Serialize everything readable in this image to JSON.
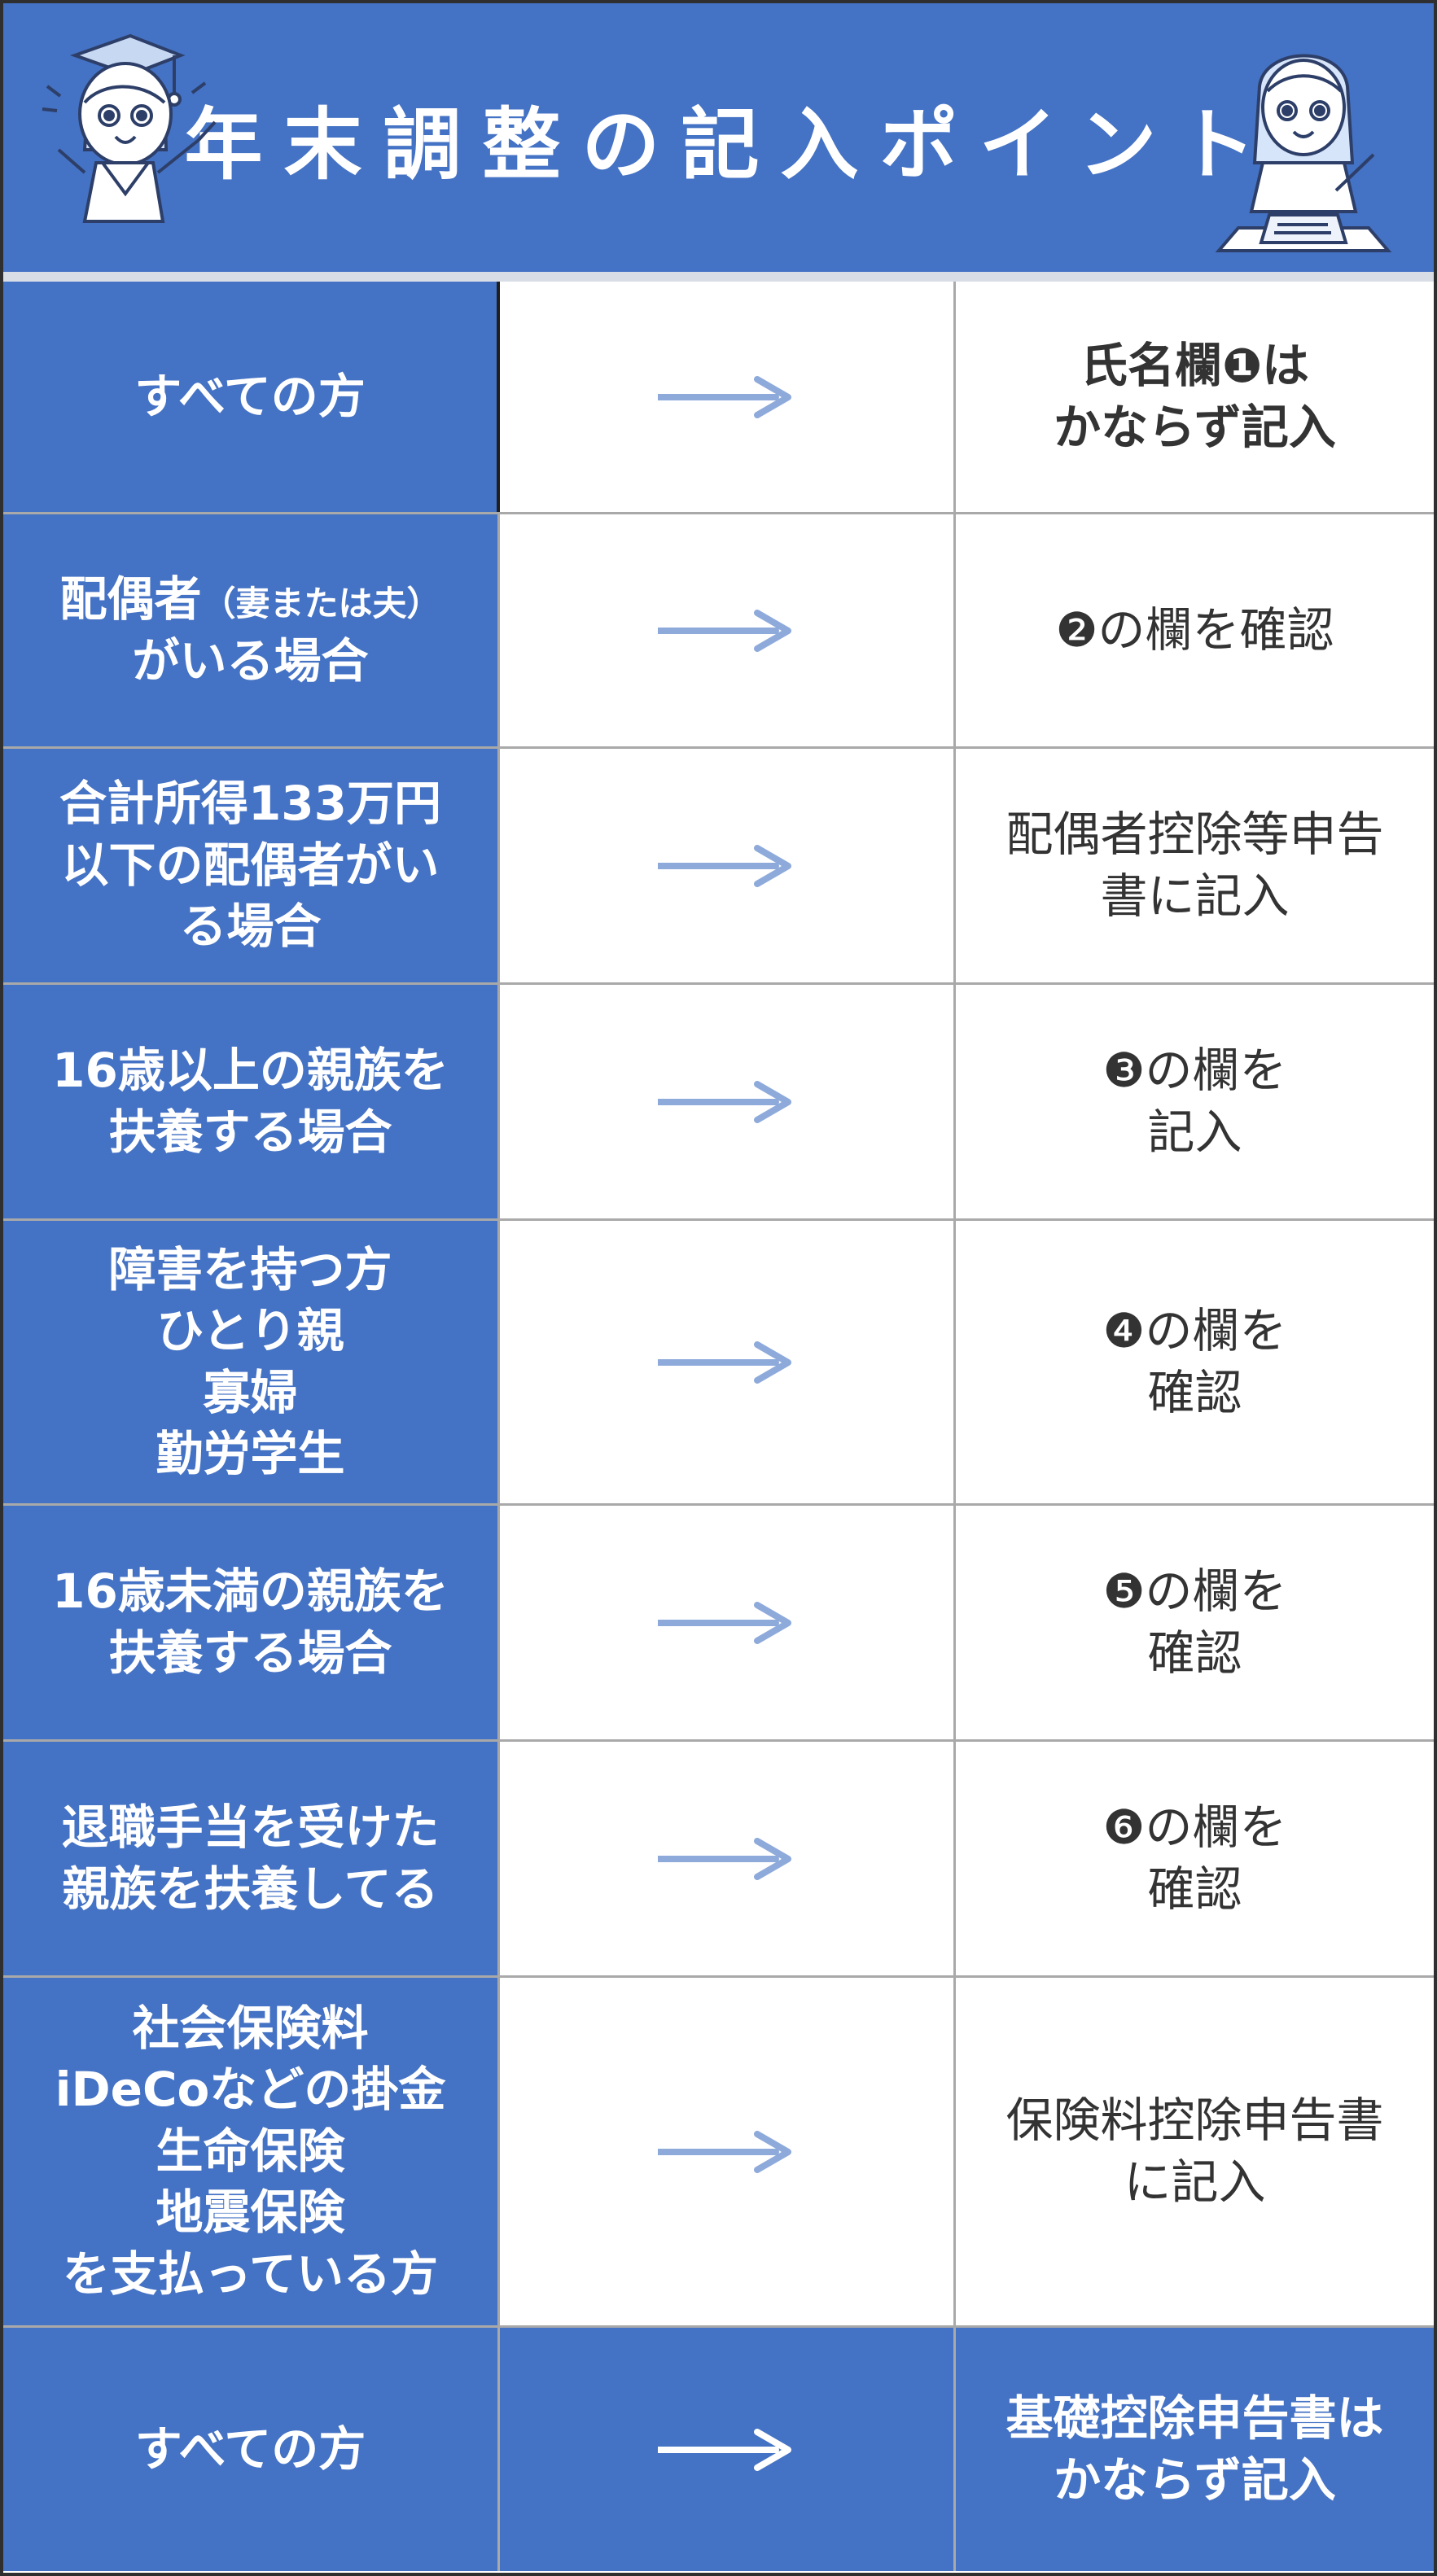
{
  "header": {
    "title": "年末調整の記入ポイント",
    "left_illustration_icon": "teacher-character-icon",
    "right_illustration_icon": "writing-character-icon"
  },
  "colors": {
    "header_bg": "#4472c4",
    "left_column_bg": "#4472c4",
    "arrow": "#8eaadb",
    "final_arrow": "#ffffff",
    "text_dark": "#333333"
  },
  "rows": [
    {
      "left": [
        "すべての方"
      ],
      "right": [
        "氏名欄❶は",
        "かならず記入"
      ],
      "arrow_icon": "right-arrow-icon"
    },
    {
      "left": [
        "配偶者",
        "（妻または夫）",
        "がいる場合"
      ],
      "right": [
        "❷の欄を確認"
      ],
      "arrow_icon": "right-arrow-icon"
    },
    {
      "left": [
        "合計所得133万円",
        "以下の配偶者がい",
        "る場合"
      ],
      "right": [
        "配偶者控除等申告",
        "書に記入"
      ],
      "arrow_icon": "right-arrow-icon"
    },
    {
      "left": [
        "16歳以上の親族を",
        "扶養する場合"
      ],
      "right": [
        "❸の欄を",
        "記入"
      ],
      "arrow_icon": "right-arrow-icon"
    },
    {
      "left": [
        "障害を持つ方",
        "ひとり親",
        "寡婦",
        "勤労学生"
      ],
      "right": [
        "❹の欄を",
        "確認"
      ],
      "arrow_icon": "right-arrow-icon"
    },
    {
      "left": [
        "16歳未満の親族を",
        "扶養する場合"
      ],
      "right": [
        "❺の欄を",
        "確認"
      ],
      "arrow_icon": "right-arrow-icon"
    },
    {
      "left": [
        "退職手当を受けた",
        "親族を扶養してる"
      ],
      "right": [
        "❻の欄を",
        "確認"
      ],
      "arrow_icon": "right-arrow-icon"
    },
    {
      "left": [
        "社会保険料",
        "iDeCoなどの掛金",
        "生命保険",
        "地震保険",
        "を支払っている方"
      ],
      "right": [
        "保険料控除申告書",
        "に記入"
      ],
      "arrow_icon": "right-arrow-icon"
    },
    {
      "left": [
        "すべての方"
      ],
      "right": [
        "基礎控除申告書は",
        "かならず記入"
      ],
      "arrow_icon": "right-arrow-icon"
    }
  ]
}
